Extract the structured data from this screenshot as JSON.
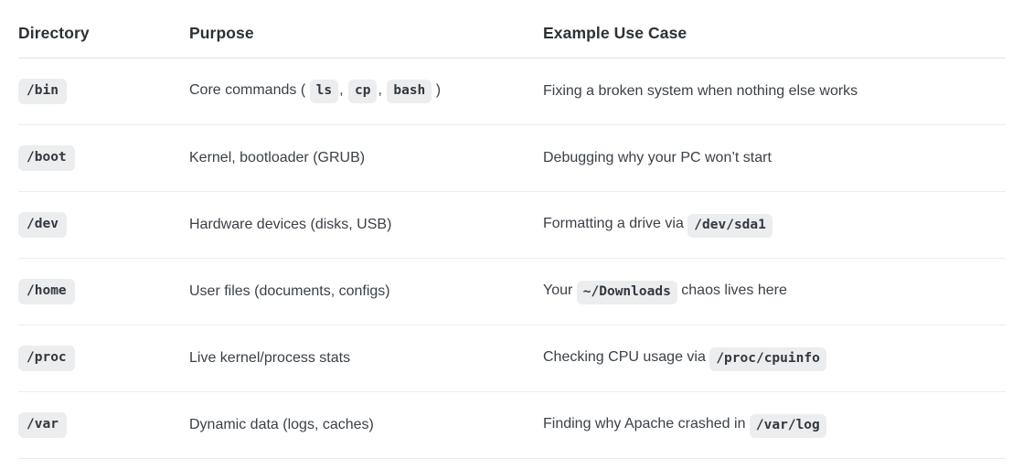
{
  "table": {
    "headers": {
      "directory": "Directory",
      "purpose": "Purpose",
      "example": "Example Use Case"
    },
    "rows": [
      {
        "dir": "/bin",
        "purpose_prefix": "Core commands",
        "purpose_open": "(",
        "purpose_codes": [
          "ls",
          "cp",
          "bash"
        ],
        "purpose_comma": ",",
        "purpose_close": ")",
        "example_prefix": "Fixing a broken system when nothing else works",
        "example_code": "",
        "example_suffix": ""
      },
      {
        "dir": "/boot",
        "purpose_prefix": "Kernel, bootloader (GRUB)",
        "purpose_open": "",
        "purpose_codes": [],
        "purpose_comma": "",
        "purpose_close": "",
        "example_prefix": "Debugging why your PC won’t start",
        "example_code": "",
        "example_suffix": ""
      },
      {
        "dir": "/dev",
        "purpose_prefix": "Hardware devices (disks, USB)",
        "purpose_open": "",
        "purpose_codes": [],
        "purpose_comma": "",
        "purpose_close": "",
        "example_prefix": "Formatting a drive via",
        "example_code": "/dev/sda1",
        "example_suffix": ""
      },
      {
        "dir": "/home",
        "purpose_prefix": "User files (documents, configs)",
        "purpose_open": "",
        "purpose_codes": [],
        "purpose_comma": "",
        "purpose_close": "",
        "example_prefix": "Your",
        "example_code": "~/Downloads",
        "example_suffix": "chaos lives here"
      },
      {
        "dir": "/proc",
        "purpose_prefix": "Live kernel/process stats",
        "purpose_open": "",
        "purpose_codes": [],
        "purpose_comma": "",
        "purpose_close": "",
        "example_prefix": "Checking CPU usage via",
        "example_code": "/proc/cpuinfo",
        "example_suffix": ""
      },
      {
        "dir": "/var",
        "purpose_prefix": "Dynamic data (logs, caches)",
        "purpose_open": "",
        "purpose_codes": [],
        "purpose_comma": "",
        "purpose_close": "",
        "example_prefix": "Finding why Apache crashed in",
        "example_code": "/var/log",
        "example_suffix": ""
      }
    ]
  },
  "colors": {
    "header_text": "#2b3136",
    "body_text": "#3b4148",
    "chip_bg": "#ecedef",
    "chip_text": "#32383e",
    "rule": "#ebedef",
    "header_rule": "#dfe2e5",
    "page_bg": "#ffffff"
  }
}
